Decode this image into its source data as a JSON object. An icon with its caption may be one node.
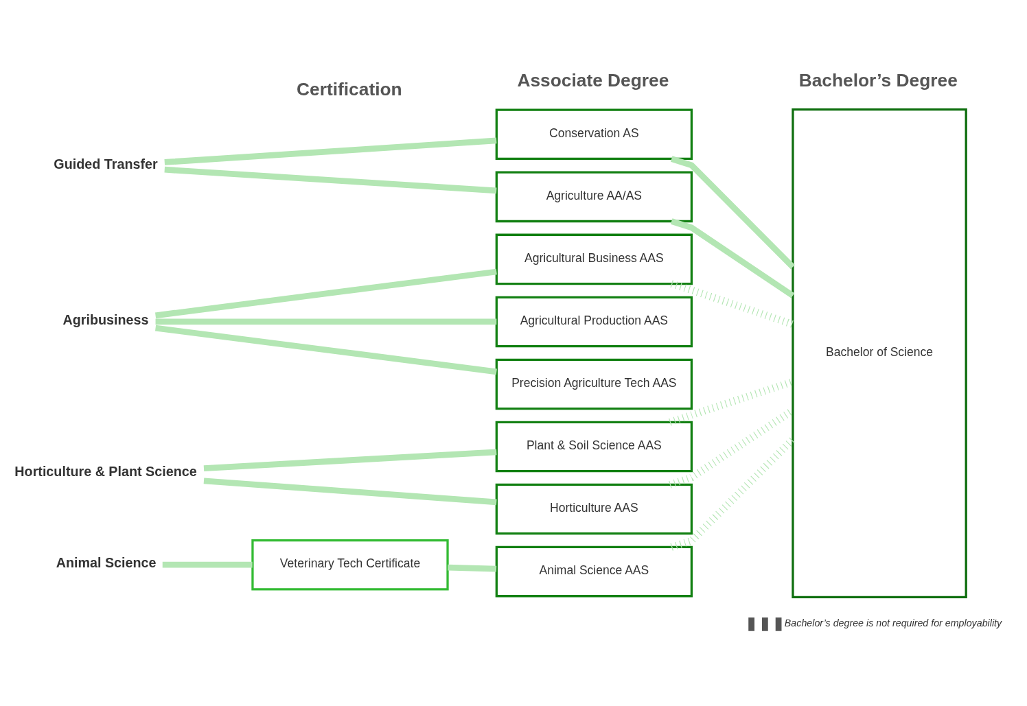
{
  "diagram": {
    "nodes": [
      {
        "text": [
          "Guided Transfer"
        ]
      },
      {
        "text": [
          "Agribusiness"
        ]
      },
      {
        "text": [
          "Horticulture & Plant Science"
        ]
      },
      {
        "text": [
          "Animal Science"
        ]
      },
      {
        "text": [
          "Veterinary Tech Certificate"
        ]
      },
      {
        "text": [
          "Agriculture AA/AS"
        ]
      },
      {
        "text": [
          "Conservation AS"
        ]
      },
      {
        "text": [
          "Agricultural Business AAS"
        ]
      },
      {
        "text": [
          "Agricultural Production AAS"
        ]
      },
      {
        "text": [
          "Precision Agriculture Tech AAS"
        ]
      },
      {
        "text": [
          "Horticulture AAS"
        ]
      },
      {
        "text": [
          "Plant & Soil Science AAS"
        ]
      },
      {
        "text": [
          "Animal Science AAS"
        ]
      },
      {
        "text": [
          "Bachelor of Science"
        ]
      }
    ],
    "edges": [
      {
        "from": 0,
        "to": 5,
        "arrow": "none"
      },
      {
        "from": 0,
        "to": 6,
        "arrow": "none"
      },
      {
        "from": 5,
        "to": 13,
        "arrow": "none"
      },
      {
        "from": 6,
        "to": 13,
        "arrow": "none"
      },
      {
        "from": 1,
        "to": 7,
        "arrow": "none"
      },
      {
        "from": 1,
        "to": 8,
        "arrow": "none"
      },
      {
        "from": 1,
        "to": 9,
        "arrow": "none"
      },
      {
        "from": 7,
        "to": 13,
        "arrow": "none",
        "style": "dashed"
      },
      {
        "from": 2,
        "to": 10,
        "arrow": "none"
      },
      {
        "from": 2,
        "to": 11,
        "arrow": "none"
      },
      {
        "from": 10,
        "to": 13,
        "arrow": "none",
        "style": "dashed"
      },
      {
        "from": 11,
        "to": 13,
        "arrow": "none",
        "style": "dashed"
      },
      {
        "from": 3,
        "to": 4,
        "arrow": "none"
      },
      {
        "from": 4,
        "to": 12,
        "arrow": "none"
      },
      {
        "from": 12,
        "to": 13,
        "arrow": "none",
        "style": "dashed"
      }
    ],
    "labels": [
      "Certification",
      "Associate Degree",
      "Bachelor’s Degree"
    ],
    "legend": [
      {
        "text": "Bachelor’s degree is not required for employability"
      }
    ]
  }
}
